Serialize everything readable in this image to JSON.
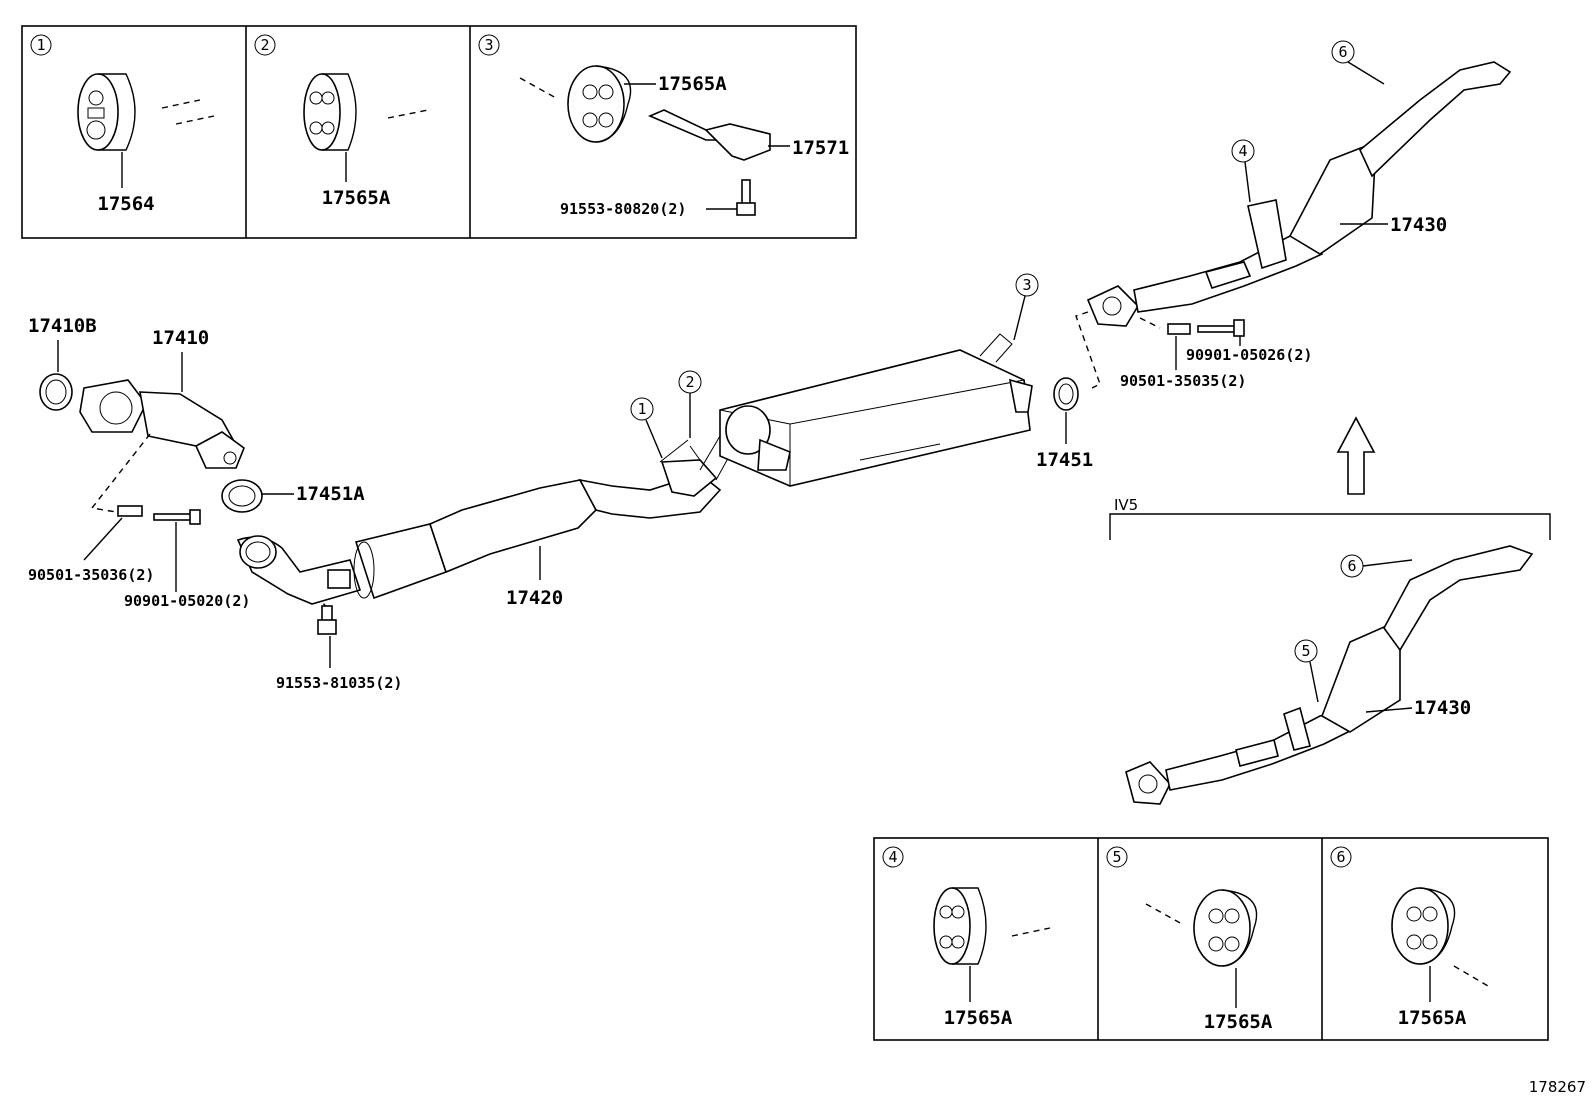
{
  "diagram": {
    "callouts": [
      "1",
      "2",
      "3",
      "4",
      "5",
      "6"
    ],
    "figure_id": "178267",
    "variant_label": "IV5",
    "parts": {
      "p17564": "17564",
      "p17565A": "17565A",
      "p17571": "17571",
      "p17410B": "17410B",
      "p17410": "17410",
      "p17451A": "17451A",
      "p17420": "17420",
      "p17451": "17451",
      "p17430": "17430",
      "b90501_35036": "90501-35036(2)",
      "b90901_05020": "90901-05020(2)",
      "b91553_81035": "91553-81035(2)",
      "b91553_80820": "91553-80820(2)",
      "b90901_05026": "90901-05026(2)",
      "b90501_35035": "90501-35035(2)"
    }
  }
}
